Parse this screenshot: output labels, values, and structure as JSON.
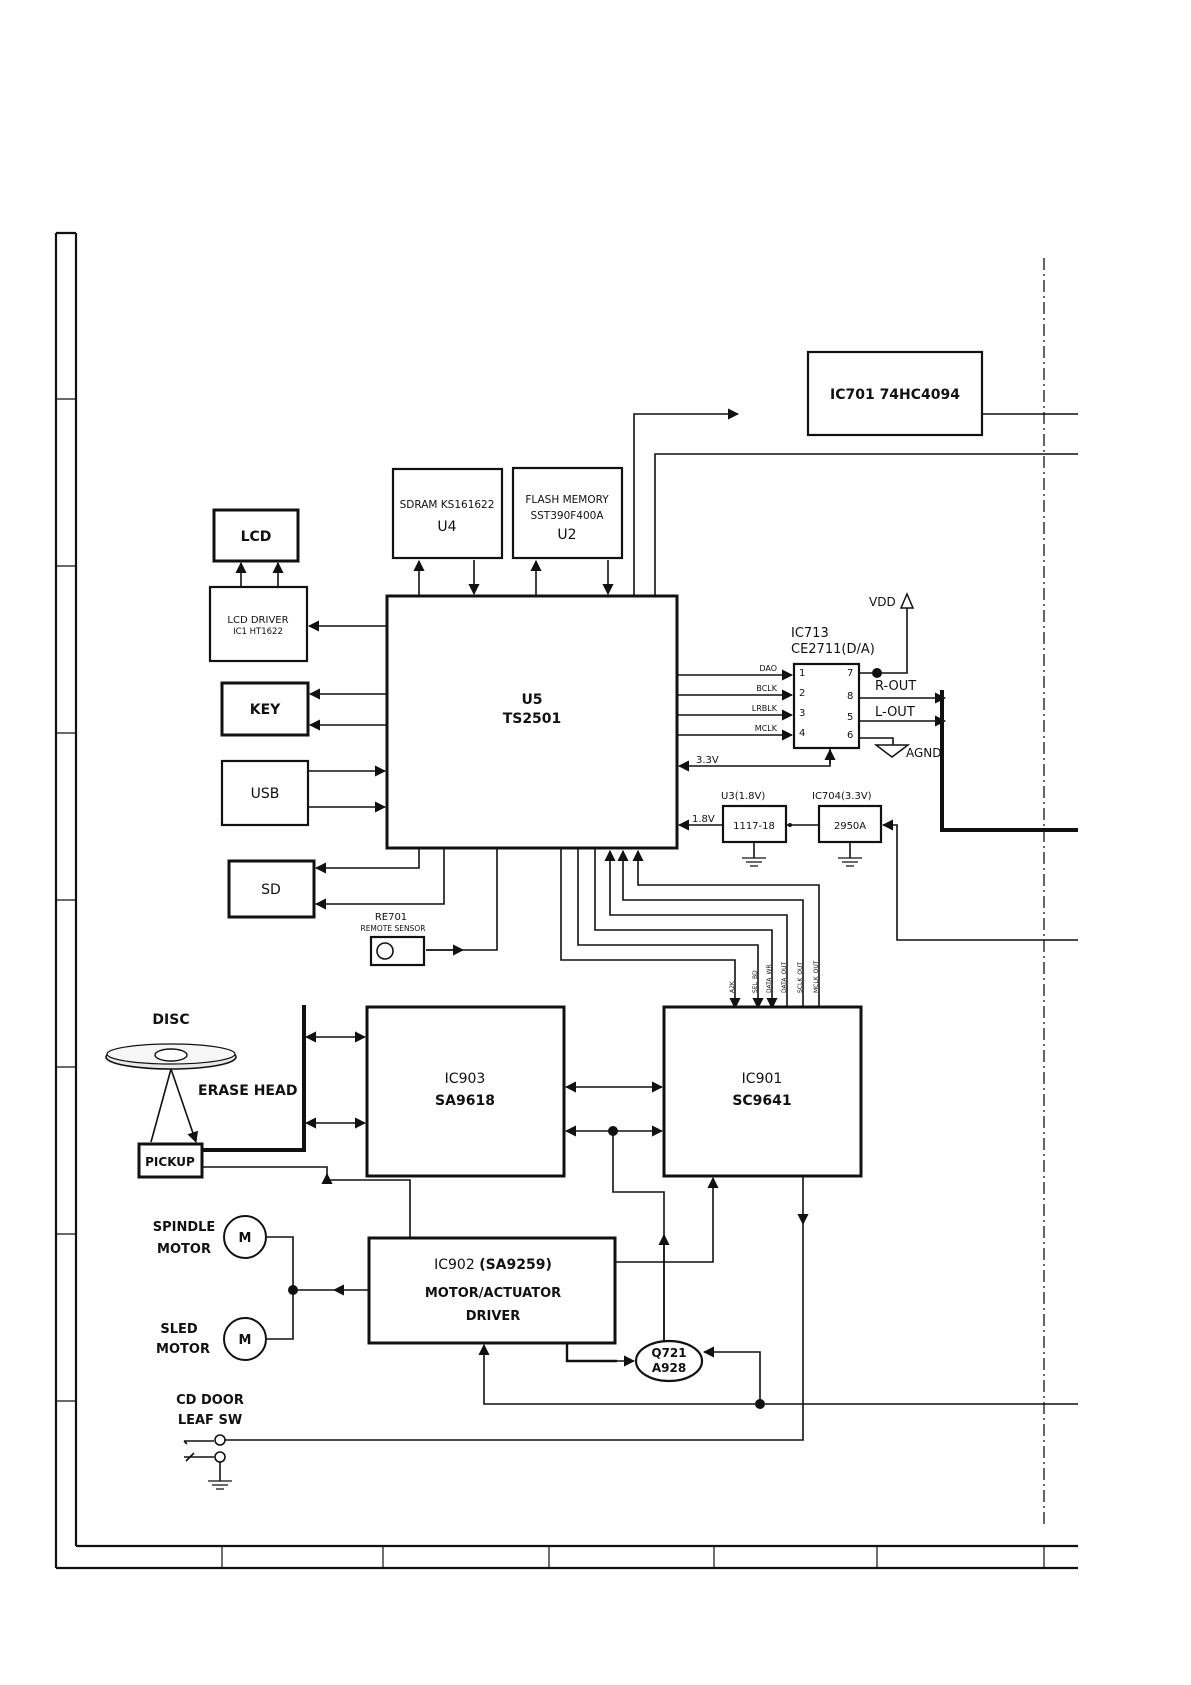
{
  "blocks": {
    "ic701": {
      "label": "IC701 74HC4094"
    },
    "sdram": {
      "line1": "SDRAM KS161622",
      "line2": "U4"
    },
    "flash": {
      "line1": "FLASH MEMORY",
      "line2": "SST390F400A",
      "line3": "U2"
    },
    "lcd": {
      "label": "LCD"
    },
    "lcd_driver": {
      "line1": "LCD DRIVER",
      "line2": "IC1 HT1622"
    },
    "u5": {
      "line1": "U5",
      "line2": "TS2501"
    },
    "key": {
      "label": "KEY"
    },
    "usb": {
      "label": "USB"
    },
    "sd": {
      "label": "SD"
    },
    "remote": {
      "ref": "RE701",
      "label": "REMOTE SENSOR"
    },
    "ic713": {
      "ref": "IC713",
      "part": "CE2711(D/A)",
      "pins": [
        "1",
        "2",
        "3",
        "4",
        "7",
        "8",
        "5",
        "6"
      ]
    },
    "u3": {
      "ref": "U3",
      "voltage": "(1.8V)",
      "part": "1117-18"
    },
    "ic704": {
      "ref": "IC704",
      "voltage": "(3.3V)",
      "part": "2950A"
    },
    "ic903": {
      "line1": "IC903",
      "line2": "SA9618"
    },
    "ic901": {
      "line1": "IC901",
      "line2": "SC9641"
    },
    "ic902": {
      "line1a": "IC902 ",
      "line1b": "(SA9259)",
      "line2": "MOTOR/ACTUATOR",
      "line3": "DRIVER"
    },
    "q721": {
      "line1": "Q721",
      "line2": "A928"
    },
    "pickup": {
      "label": "PICKUP"
    }
  },
  "signals": {
    "dao": "DAO",
    "bclk": "BCLK",
    "lrblk": "LRBLK",
    "mclk": "MCLK",
    "v33": "3.3V",
    "v18": "1.8V",
    "vdd": "VDD",
    "agnd": "AGND",
    "r_out": "R-OUT",
    "l_out": "L-OUT",
    "bus": [
      "A2K",
      "SEL_BD",
      "DATA_WR",
      "DATA_OUT",
      "SCLK_OUT",
      "MCLK_OUT"
    ]
  },
  "labels": {
    "disc": "DISC",
    "erase_head": "ERASE HEAD",
    "spindle_motor": [
      "SPINDLE",
      "MOTOR"
    ],
    "sled_motor": [
      "SLED",
      "MOTOR"
    ],
    "motor_symbol": "M",
    "cd_door": [
      "CD DOOR",
      "LEAF SW"
    ]
  }
}
